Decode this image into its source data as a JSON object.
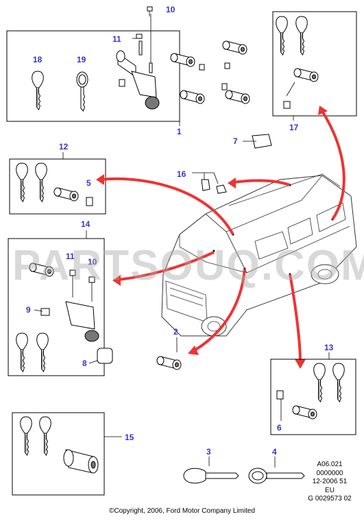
{
  "callouts": {
    "c1": "1",
    "c2": "2",
    "c3": "3",
    "c4": "4",
    "c5": "5",
    "c6": "6",
    "c7": "7",
    "c8": "8",
    "c9": "9",
    "c10a": "10",
    "c10b": "10",
    "c11a": "11",
    "c11b": "11",
    "c12": "12",
    "c13": "13",
    "c14": "14",
    "c15": "15",
    "c16": "16",
    "c17": "17",
    "c18": "18",
    "c19": "19"
  },
  "watermark": "PARTSOUQ.COM",
  "reference": {
    "line1": "A06.021",
    "line2": "0000000",
    "line3": "12-2006 51",
    "line4": "EU",
    "line5": "G 0029573 02"
  },
  "copyright": "©Copyright, 2006, Ford Motor Company Limited",
  "colors": {
    "callout": "#3333cc",
    "arrow": "#ee3333",
    "line": "#000000"
  }
}
